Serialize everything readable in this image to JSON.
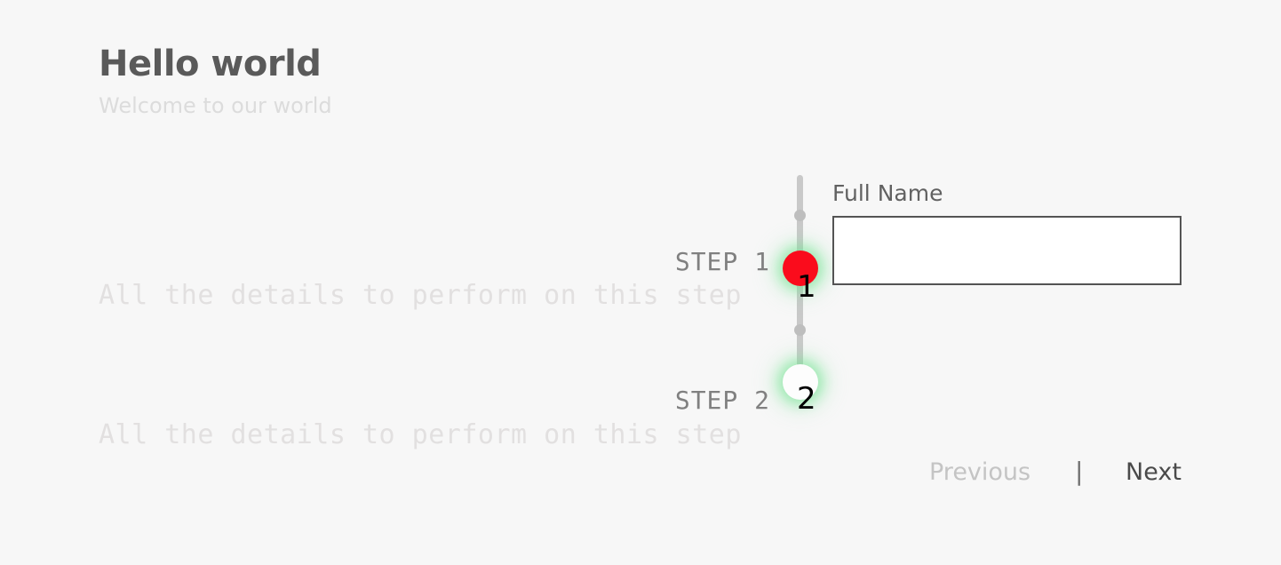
{
  "header": {
    "title": "Hello world",
    "subtitle": "Welcome to our world"
  },
  "stepper": {
    "active_step": 1,
    "active_color": "#fa0c1c",
    "glow_color": "#6ee18c",
    "track_color": "#c9c9c9",
    "steps": [
      {
        "number": "1",
        "label": "STEP 1",
        "description": "All the details to perform on this step",
        "state": "active"
      },
      {
        "number": "2",
        "label": "STEP 2",
        "description": "All the details to perform on this step",
        "state": "pending"
      }
    ]
  },
  "form": {
    "field_label": "Full Name",
    "field_value": "",
    "field_placeholder": ""
  },
  "footer": {
    "previous_label": "Previous",
    "separator": "|",
    "next_label": "Next"
  }
}
